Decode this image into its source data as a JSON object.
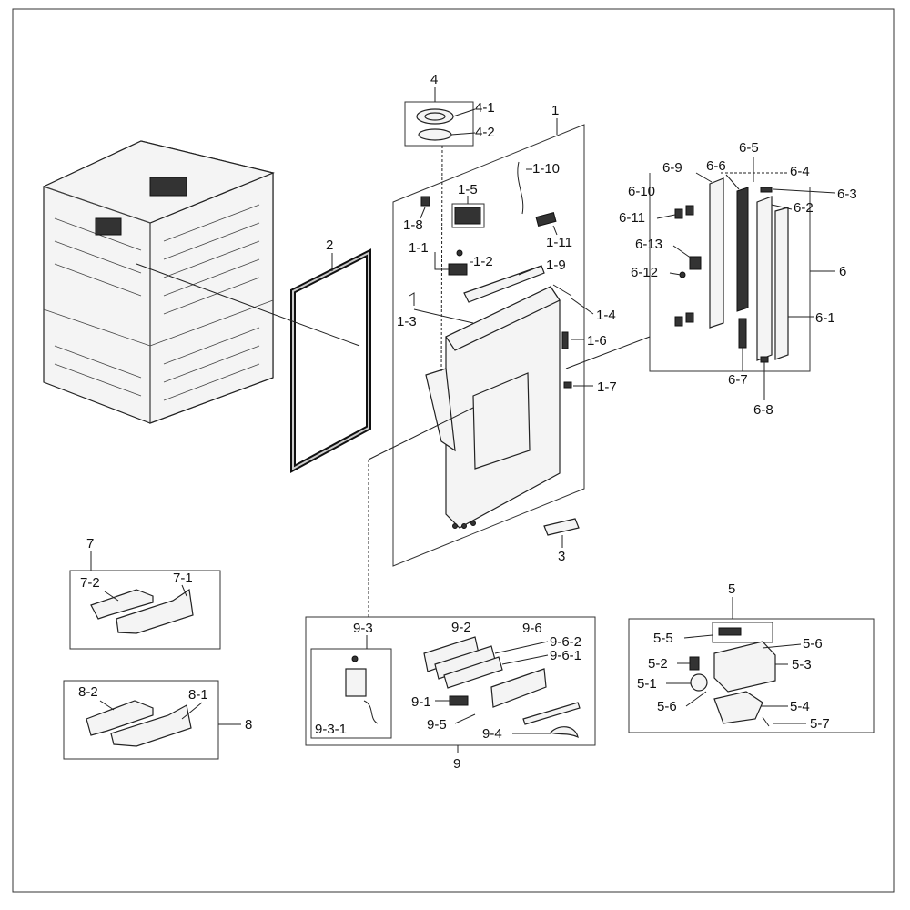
{
  "labels": {
    "l1": "1",
    "l1_1": "1-1",
    "l1_2": "1-2",
    "l1_3": "1-3",
    "l1_4": "1-4",
    "l1_5": "1-5",
    "l1_6": "1-6",
    "l1_7": "1-7",
    "l1_8": "1-8",
    "l1_9": "1-9",
    "l1_10": "1-10",
    "l1_11": "1-11",
    "l2": "2",
    "l3": "3",
    "l4": "4",
    "l4_1": "4-1",
    "l4_2": "4-2",
    "l5": "5",
    "l5_1": "5-1",
    "l5_2": "5-2",
    "l5_3": "5-3",
    "l5_4": "5-4",
    "l5_5": "5-5",
    "l5_6a": "5-6",
    "l5_6b": "5-6",
    "l5_7": "5-7",
    "l6": "6",
    "l6_1": "6-1",
    "l6_2": "6-2",
    "l6_3": "6-3",
    "l6_4": "6-4",
    "l6_5": "6-5",
    "l6_6": "6-6",
    "l6_7": "6-7",
    "l6_8": "6-8",
    "l6_9": "6-9",
    "l6_10": "6-10",
    "l6_11": "6-11",
    "l6_12": "6-12",
    "l6_13": "6-13",
    "l7": "7",
    "l7_1": "7-1",
    "l7_2": "7-2",
    "l8": "8",
    "l8_1": "8-1",
    "l8_2": "8-2",
    "l9": "9",
    "l9_1": "9-1",
    "l9_2": "9-2",
    "l9_3": "9-3",
    "l9_3_1": "9-3-1",
    "l9_4": "9-4",
    "l9_5": "9-5",
    "l9_6": "9-6",
    "l9_6_1": "9-6-1",
    "l9_6_2": "9-6-2"
  }
}
